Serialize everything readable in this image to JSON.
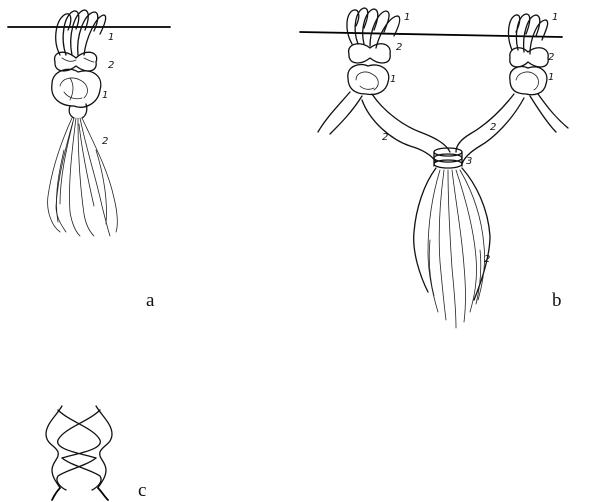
{
  "panels": {
    "a": {
      "label": "a",
      "numbers": [
        "1",
        "2",
        "1",
        "2"
      ]
    },
    "b": {
      "label": "b",
      "numbers": [
        "1",
        "2",
        "1",
        "2",
        "1",
        "2",
        "2",
        "3",
        "2",
        "1"
      ]
    },
    "c": {
      "label": "c"
    }
  }
}
